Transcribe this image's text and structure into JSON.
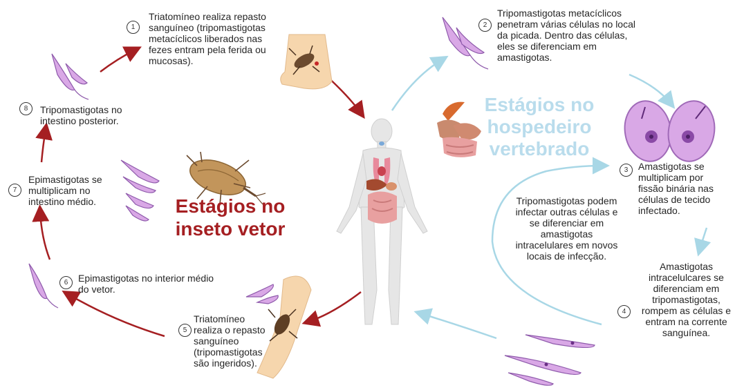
{
  "steps": {
    "s1": {
      "num": "1",
      "text": "Triatomíneo realiza repasto sanguíneo (tripomastigotas metacíclicos liberados nas fezes entram pela ferida ou mucosas)."
    },
    "s2": {
      "num": "2",
      "text": "Tripomastigotas metacíclicos penetram várias células no local da picada. Dentro das células, eles se diferenciam em amastigotas."
    },
    "s3": {
      "num": "3",
      "text": "Amastigotas se multiplicam por fissão binária nas células de tecido infectado."
    },
    "s4": {
      "num": "4",
      "text": "Amastigotas intracelulcares se diferenciam em tripomastigotas, rompem as células e entram na corrente sanguínea."
    },
    "s5": {
      "num": "5",
      "text": "Triatomíneo realiza o repasto sanguíneo (tripomastigotas são ingeridos)."
    },
    "s6": {
      "num": "6",
      "text": "Epimastigotas no interior médio do vetor."
    },
    "s7": {
      "num": "7",
      "text": "Epimastigotas se multiplicam no intestino médio."
    },
    "s8": {
      "num": "8",
      "text": "Tripomastigotas no intestino posterior."
    }
  },
  "side_note": "Tripomastigotas podem infectar outras células e se diferenciar em amastigotas intracelulares em novos locais de infecção.",
  "insect_title": "Estágios no inseto vetor",
  "host_title": "Estágios no hospedeiro vertebrado",
  "colors": {
    "insect_arrow": "#a51f22",
    "host_arrow": "#a8d7e6",
    "parasite": "#c9a0dc",
    "host_title": "#b9dcec",
    "insect_title": "#a51f22"
  }
}
